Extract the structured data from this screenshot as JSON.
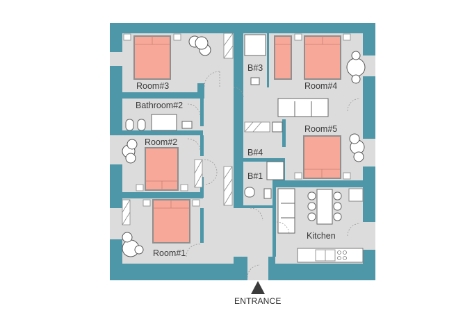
{
  "diagram": {
    "type": "floor-plan",
    "colors": {
      "wall": "#4e97a8",
      "floor": "#dcdcdc",
      "bed": "#f7a899",
      "bed_frame": "#8f8f8f",
      "fixture": "#ffffff",
      "background": "#ffffff",
      "text": "#3a3a3a"
    },
    "rooms": [
      {
        "id": "room3",
        "label": "Room#3"
      },
      {
        "id": "bathroom2",
        "label": "Bathroom#2"
      },
      {
        "id": "room2",
        "label": "Room#2"
      },
      {
        "id": "room1",
        "label": "Room#1"
      },
      {
        "id": "b3",
        "label": "B#3"
      },
      {
        "id": "room4",
        "label": "Room#4"
      },
      {
        "id": "b4",
        "label": "B#4"
      },
      {
        "id": "room5",
        "label": "Room#5"
      },
      {
        "id": "b1",
        "label": "B#1"
      },
      {
        "id": "kitchen",
        "label": "Kitchen"
      }
    ],
    "entrance": {
      "label": "ENTRANCE",
      "icon": "triangle-up-icon"
    }
  }
}
